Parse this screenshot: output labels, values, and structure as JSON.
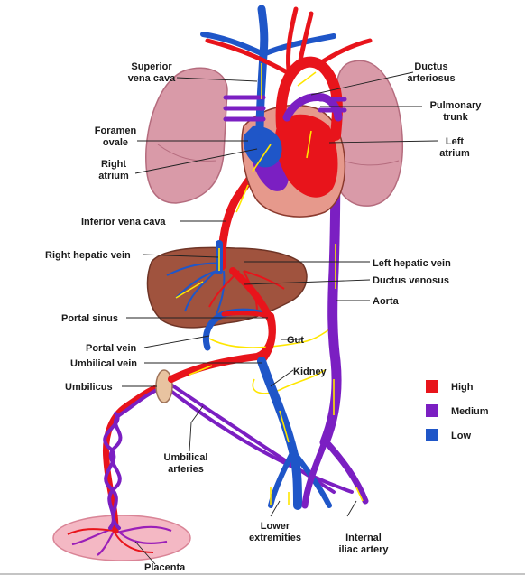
{
  "labels": {
    "superior_vena_cava": [
      "Superior",
      "vena cava"
    ],
    "ductus_arteriosus": [
      "Ductus",
      "arteriosus"
    ],
    "pulmonary_trunk": [
      "Pulmonary",
      "trunk"
    ],
    "foramen_ovale": [
      "Foramen",
      "ovale"
    ],
    "left_atrium": [
      "Left",
      "atrium"
    ],
    "right_atrium": [
      "Right",
      "atrium"
    ],
    "inferior_vena_cava": "Inferior vena cava",
    "right_hepatic_vein": "Right hepatic vein",
    "left_hepatic_vein": "Left hepatic vein",
    "ductus_venosus": "Ductus venosus",
    "aorta": "Aorta",
    "portal_sinus": "Portal sinus",
    "gut": "Gut",
    "portal_vein": "Portal vein",
    "umbilical_vein": "Umbilical vein",
    "kidney": "Kidney",
    "umbilicus": "Umbilicus",
    "umbilical_arteries": [
      "Umbilical",
      "arteries"
    ],
    "lower_extremities": [
      "Lower",
      "extremities"
    ],
    "internal_iliac_artery": [
      "Internal",
      "iliac artery"
    ],
    "placenta": "Placenta"
  },
  "legend": [
    {
      "label": "High",
      "color": "#e8141b"
    },
    {
      "label": "Medium",
      "color": "#7b1fc2"
    },
    {
      "label": "Low",
      "color": "#1f56c8"
    }
  ]
}
